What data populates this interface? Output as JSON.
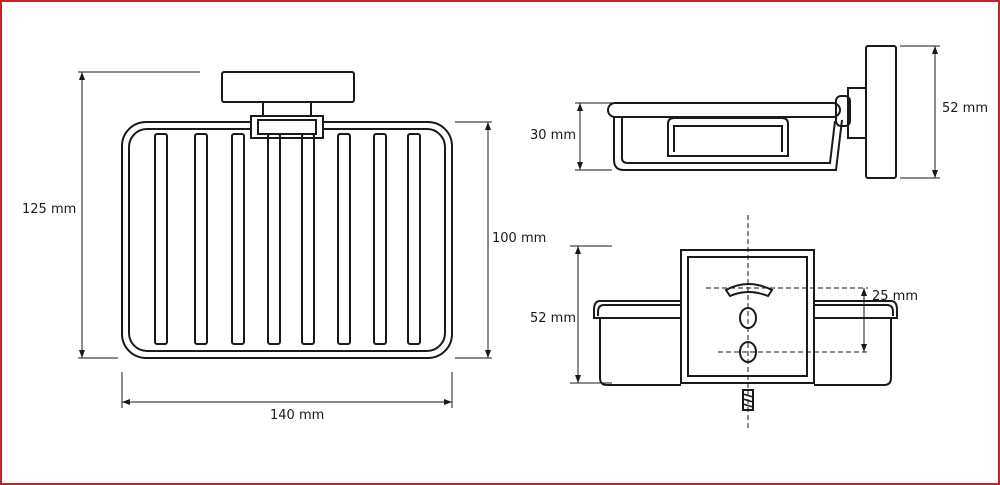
{
  "dimensions": {
    "front_height_total": "125 mm",
    "front_basket_height": "100 mm",
    "front_width": "140 mm",
    "side_basket_height": "30 mm",
    "side_total_height": "52 mm",
    "top_plate_height": "52 mm",
    "top_hole_spacing": "25 mm"
  },
  "colors": {
    "line": "#1a1a1a",
    "frame_border": "#c0242b",
    "background": "#ffffff"
  }
}
